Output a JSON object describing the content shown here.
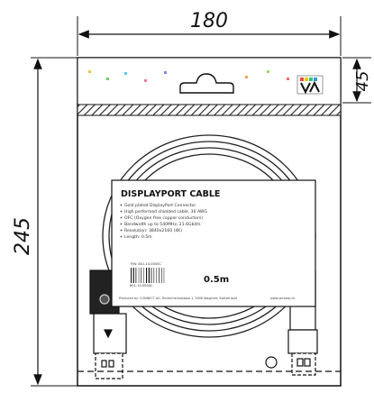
{
  "dimensions": {
    "width": "180",
    "height": "245",
    "header_height": "45"
  },
  "label": {
    "title": "DISPLAYPORT CABLE",
    "features": [
      "Gold plated DisplayPort Connector",
      "High performed shielded cable, 30 AWG",
      "OFC (Oxygen free copper conductors)",
      "Bandwidth up to 540MHz, 21.6Gbit/s",
      "Resolution: 3840x2160 (4K)",
      "Length: 0.5m"
    ],
    "part_number": "P/N: 801-15.0005C",
    "barcode_number": "801-15.0005C",
    "length": "0.5m",
    "producer": "Produced by: CONNECT AG, Hinterrheinstrasse 1, 9006 Wagenet, Switzerland",
    "website": "www.secomp.ch"
  },
  "header_dot_colors": [
    "#f2c24f",
    "#6fcf6a",
    "#5bc7f0",
    "#f07da8",
    "#7b8cf0",
    "#f5a25a",
    "#9fd96b",
    "#ef6b6b"
  ]
}
